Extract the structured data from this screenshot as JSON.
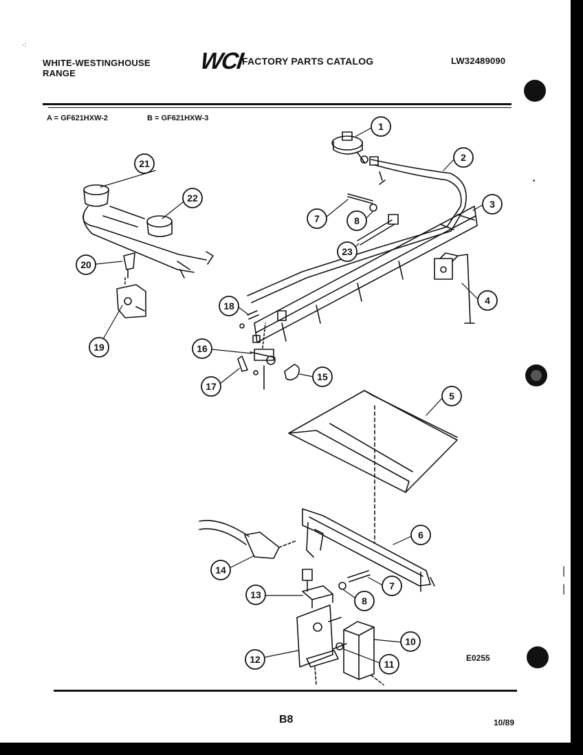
{
  "header": {
    "brand_line1": "WHITE-WESTINGHOUSE",
    "brand_line2": "RANGE",
    "logo": "WCI",
    "catalog_title": "FACTORY PARTS CATALOG",
    "catalog_number": "LW32489090"
  },
  "models": {
    "a": "A = GF621HXW-2",
    "b": "B = GF621HXW-3"
  },
  "callouts": [
    {
      "id": "c1",
      "label": "1"
    },
    {
      "id": "c2",
      "label": "2"
    },
    {
      "id": "c3",
      "label": "3"
    },
    {
      "id": "c4",
      "label": "4"
    },
    {
      "id": "c5",
      "label": "5"
    },
    {
      "id": "c6",
      "label": "6"
    },
    {
      "id": "c7a",
      "label": "7"
    },
    {
      "id": "c7b",
      "label": "7"
    },
    {
      "id": "c8a",
      "label": "8"
    },
    {
      "id": "c8b",
      "label": "8"
    },
    {
      "id": "c10",
      "label": "10"
    },
    {
      "id": "c11",
      "label": "11"
    },
    {
      "id": "c12",
      "label": "12"
    },
    {
      "id": "c13",
      "label": "13"
    },
    {
      "id": "c14",
      "label": "14"
    },
    {
      "id": "c15",
      "label": "15"
    },
    {
      "id": "c16",
      "label": "16"
    },
    {
      "id": "c17",
      "label": "17"
    },
    {
      "id": "c18",
      "label": "18"
    },
    {
      "id": "c19",
      "label": "19"
    },
    {
      "id": "c20",
      "label": "20"
    },
    {
      "id": "c21",
      "label": "21"
    },
    {
      "id": "c22",
      "label": "22"
    },
    {
      "id": "c23",
      "label": "23"
    }
  ],
  "footer": {
    "diagram_code": "E0255",
    "page_number": "B8",
    "date": "10/89"
  },
  "colors": {
    "ink": "#111111",
    "paper": "#ffffff"
  }
}
